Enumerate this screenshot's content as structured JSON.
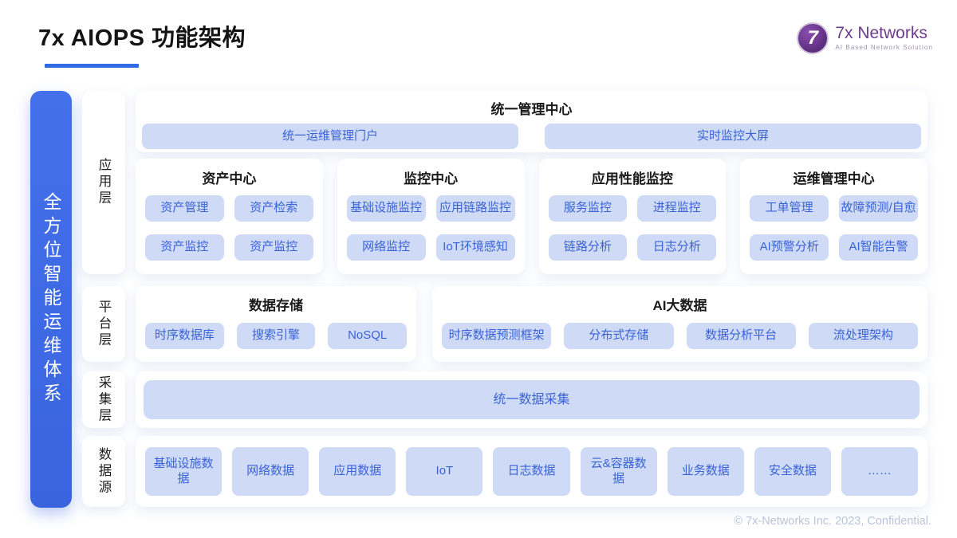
{
  "page": {
    "title": "7x AIOPS 功能架构",
    "footer": "© 7x-Networks Inc. 2023, Confidential."
  },
  "logo": {
    "mark": "7",
    "brand": "7x Networks",
    "tagline": "AI Based Network Solution"
  },
  "side_banner": "全方位智能运维体系",
  "layer_labels": {
    "app": "应用层",
    "platform": "平台层",
    "collection": "采集层",
    "source": "数据源"
  },
  "app_layer": {
    "management_center": {
      "title": "统一管理中心",
      "pills": [
        "统一运维管理门户",
        "实时监控大屏"
      ]
    },
    "cards": [
      {
        "title": "资产中心",
        "pills": [
          "资产管理",
          "资产检索",
          "资产监控",
          "资产监控"
        ]
      },
      {
        "title": "监控中心",
        "pills": [
          "基础设施监控",
          "应用链路监控",
          "网络监控",
          "IoT环境感知"
        ]
      },
      {
        "title": "应用性能监控",
        "pills": [
          "服务监控",
          "进程监控",
          "链路分析",
          "日志分析"
        ]
      },
      {
        "title": "运维管理中心",
        "pills": [
          "工单管理",
          "故障预测/自愈",
          "AI预警分析",
          "AI智能告警"
        ]
      }
    ]
  },
  "platform_layer": {
    "cards": [
      {
        "title": "数据存储",
        "pills": [
          "时序数据库",
          "搜索引擎",
          "NoSQL"
        ]
      },
      {
        "title": "AI大数据",
        "pills": [
          "时序数据预测框架",
          "分布式存储",
          "数据分析平台",
          "流处理架构"
        ]
      }
    ]
  },
  "collection_layer": {
    "pill": "统一数据采集"
  },
  "data_source_layer": {
    "pills": [
      "基础设施数据",
      "网络数据",
      "应用数据",
      "IoT",
      "日志数据",
      "云&容器数据",
      "业务数据",
      "安全数据",
      "……"
    ]
  },
  "colors": {
    "accent_blue": "#3D6BE4",
    "underline_blue": "#2F6BE4",
    "pill_bg": "#CFDAF6",
    "pill_text": "#3A63D6",
    "logo_purple": "#6C3C8E",
    "footer_gray": "#BAC4DA"
  }
}
